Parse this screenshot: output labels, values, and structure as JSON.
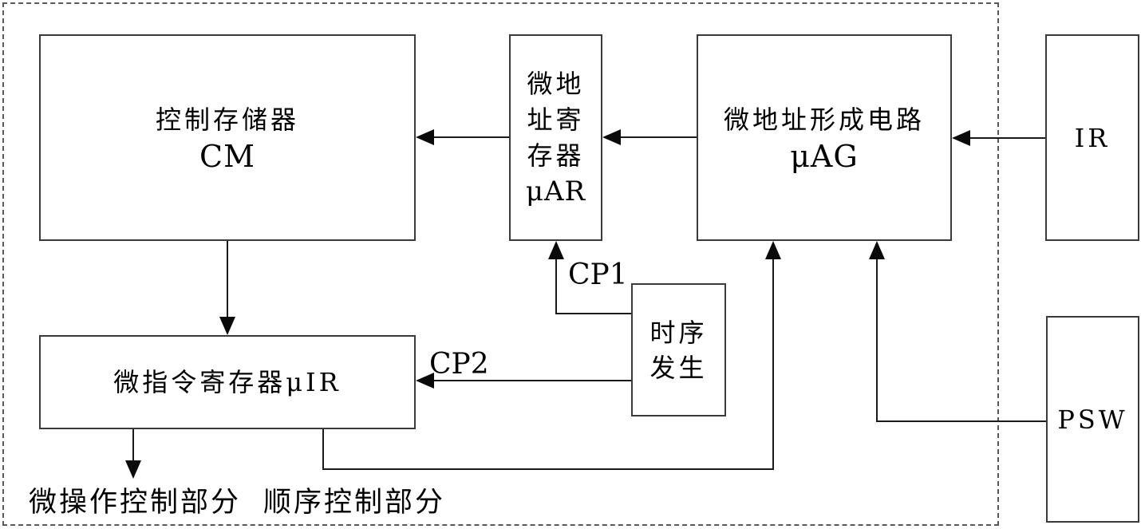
{
  "diagram": {
    "boxes": {
      "cm": {
        "lines": [
          "控制存储器",
          "CM"
        ]
      },
      "uar": {
        "lines": [
          "微地",
          "址寄",
          "存器",
          "μAR"
        ]
      },
      "uag": {
        "lines": [
          "微地址形成电路",
          "μAG"
        ]
      },
      "ir": {
        "lines": [
          "IR"
        ]
      },
      "timing": {
        "lines": [
          "时序",
          "发生"
        ]
      },
      "uir": {
        "lines": [
          "微指令寄存器μIR"
        ]
      },
      "psw": {
        "lines": [
          "PSW"
        ]
      }
    },
    "labels": {
      "cp1": "CP1",
      "cp2": "CP2",
      "caption_left": "微操作控制部分",
      "caption_right": "顺序控制部分"
    },
    "colors": {
      "background": "#ffffff",
      "box_border": "#3a3a3a",
      "wire": "#1a1a1a",
      "arrowhead": "#0a0a0a",
      "dashed_border": "#595959",
      "text": "#000000"
    }
  }
}
